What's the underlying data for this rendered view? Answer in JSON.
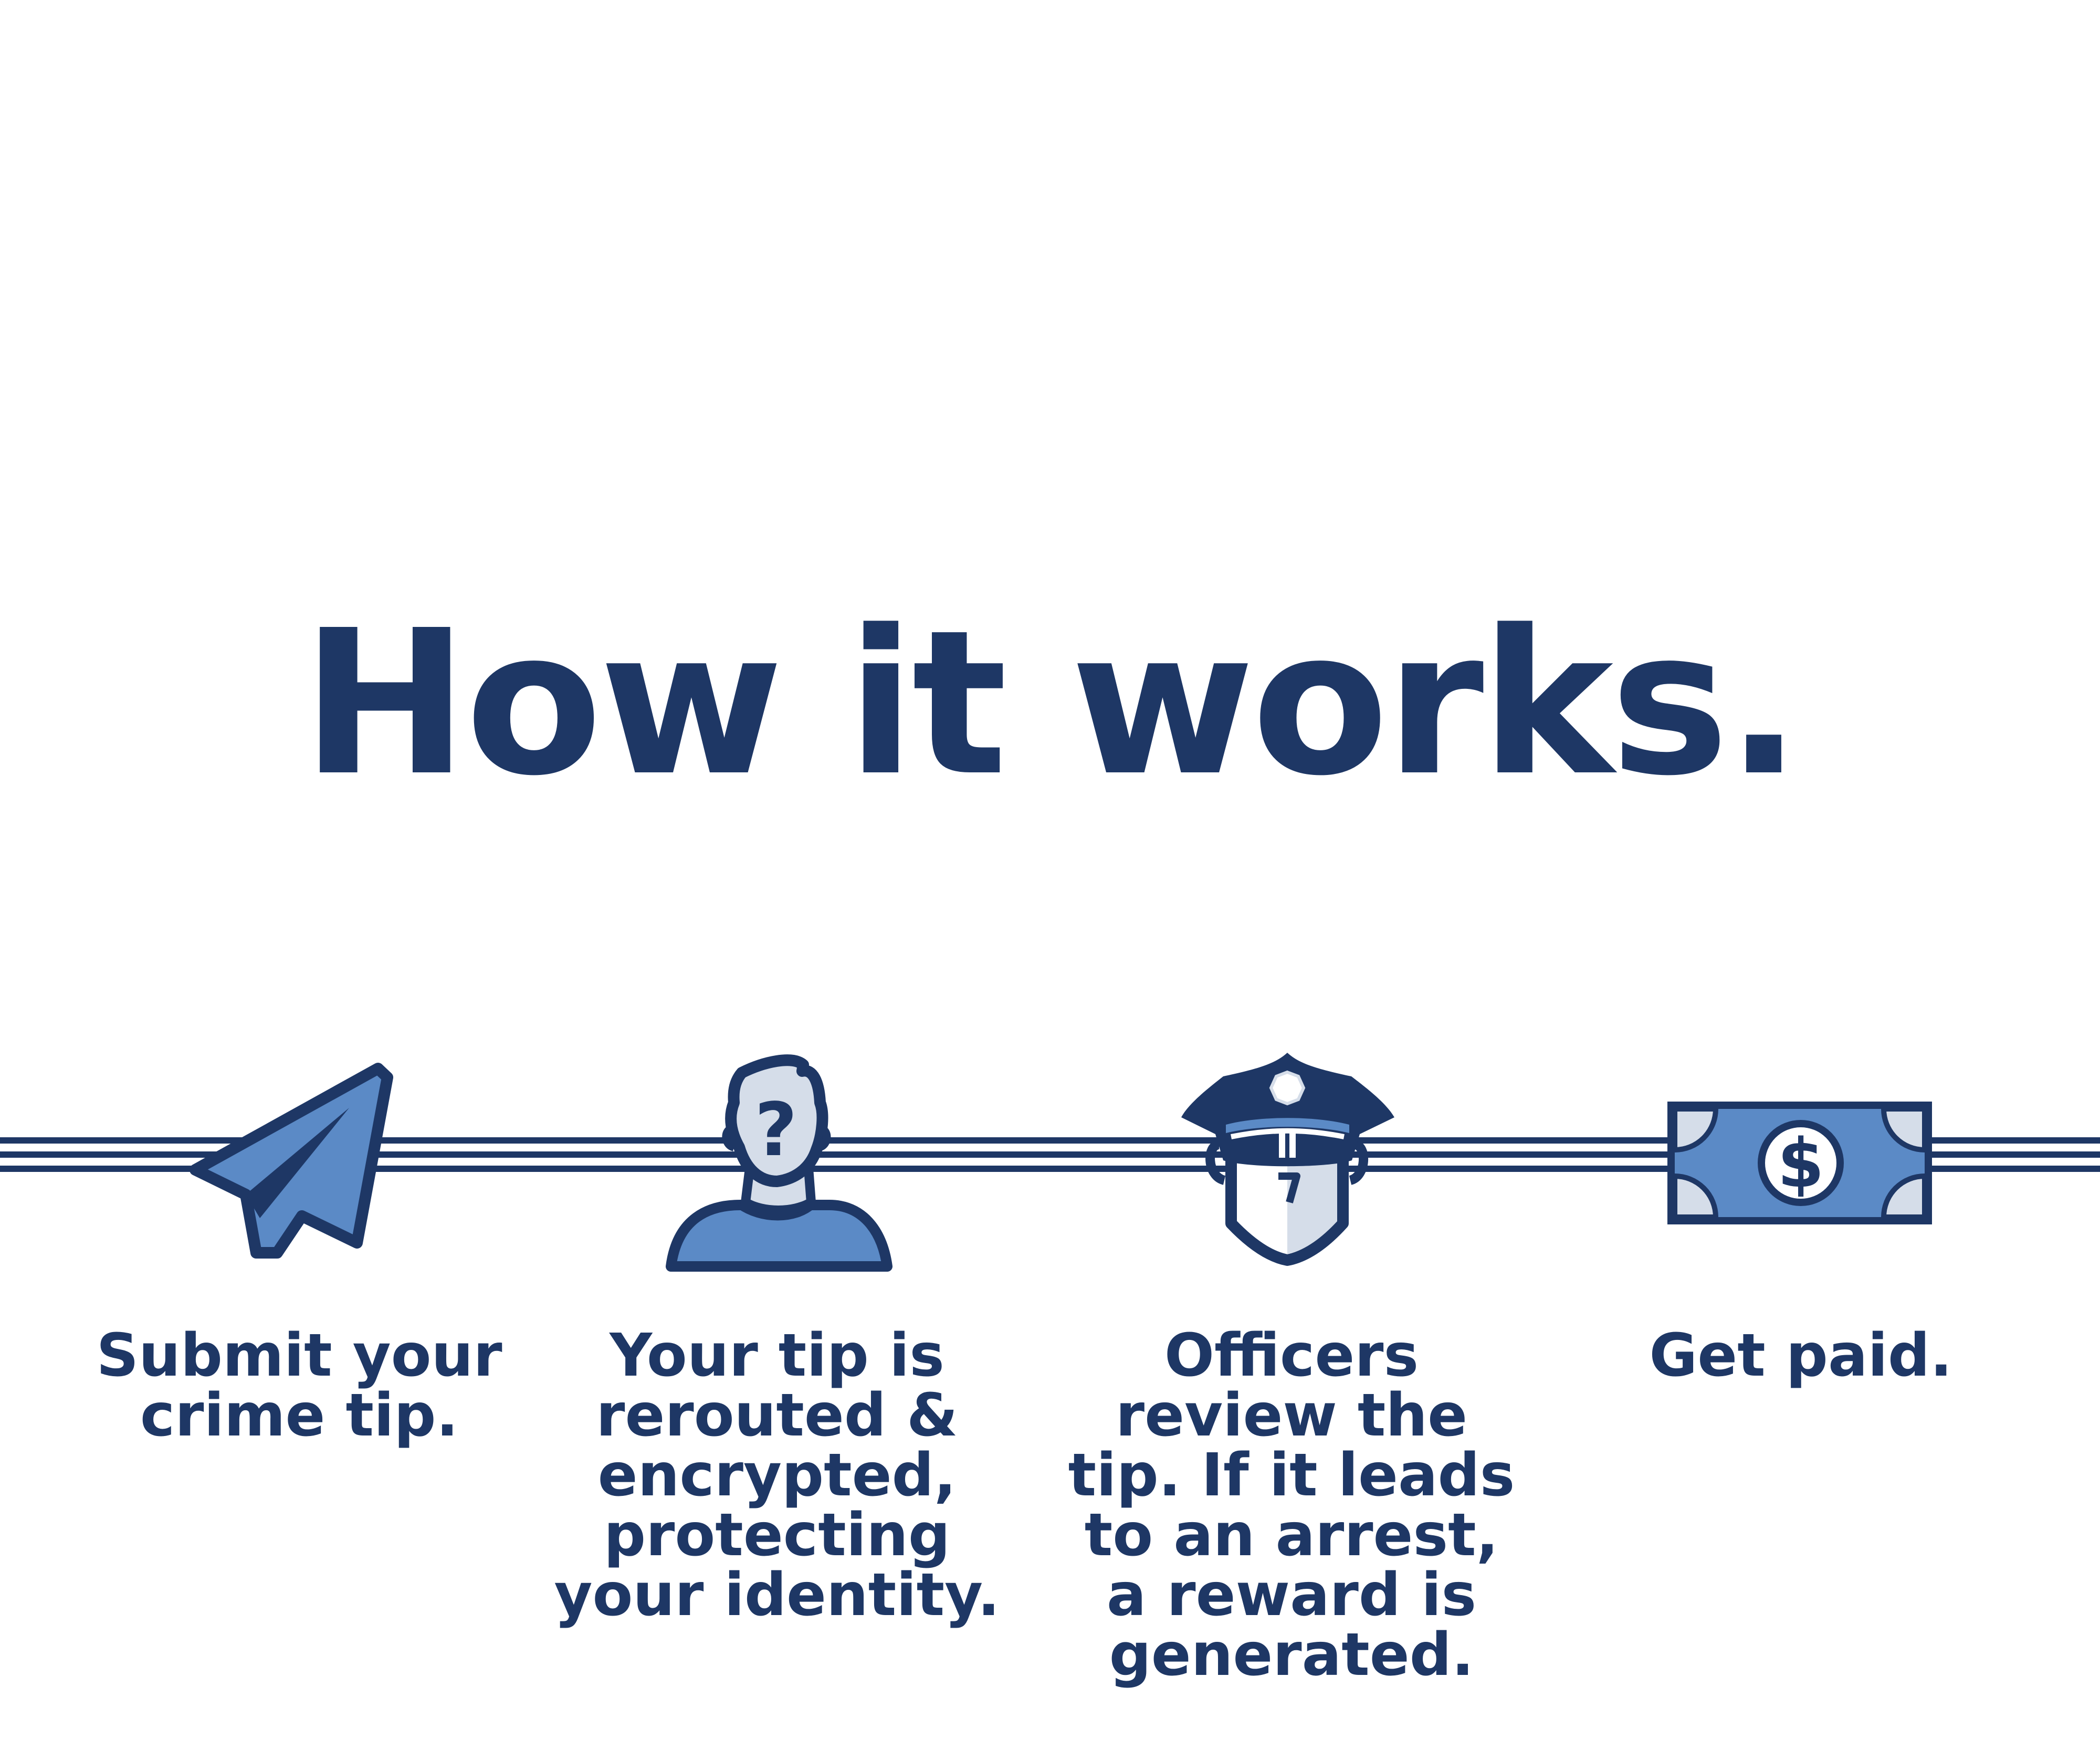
{
  "title": "How it works.",
  "colors": {
    "navy": "#1e3765",
    "blue": "#5b8ac6",
    "light": "#d5dde9",
    "background": "#ffffff"
  },
  "steps": [
    {
      "icon": "paper-plane-icon",
      "text": "Submit your\ncrime tip."
    },
    {
      "icon": "anonymous-person-icon",
      "text": "Your tip is\nrerouted &\nencrypted,\nprotecting\nyour identity."
    },
    {
      "icon": "police-officer-icon",
      "text": "Officers\nreview the\ntip. If it leads\nto an arrest,\na reward is\ngenerated."
    },
    {
      "icon": "dollar-bill-icon",
      "text": "Get paid."
    }
  ]
}
